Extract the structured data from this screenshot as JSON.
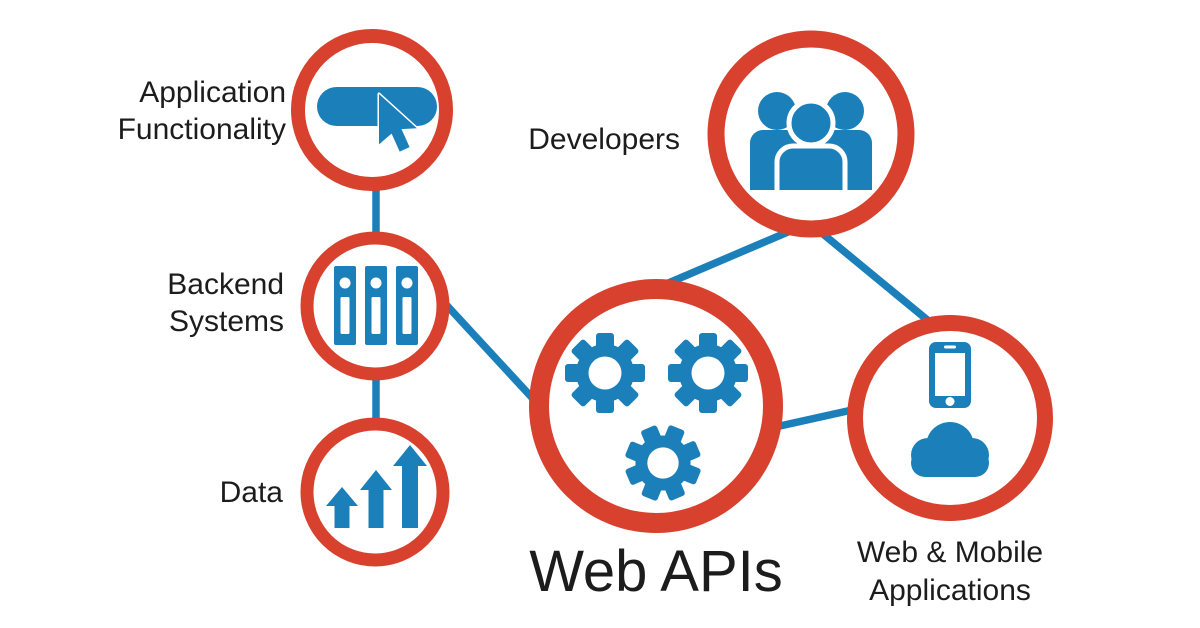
{
  "diagram_title": "Web APIs",
  "colors": {
    "ring_red": "#d7412e",
    "icon_blue": "#1b80ba",
    "connector_blue": "#1b80ba",
    "label_text": "#1c1c1c",
    "background": "#ffffff"
  },
  "nodes": {
    "application_functionality": {
      "line1": "Application",
      "line2": "Functionality",
      "icon": "pill-button-cursor-icon"
    },
    "backend_systems": {
      "line1": "Backend",
      "line2": "Systems",
      "icon": "server-stack-icon"
    },
    "data": {
      "label": "Data",
      "icon": "growth-arrows-icon"
    },
    "developers": {
      "label": "Developers",
      "icon": "people-group-icon"
    },
    "web_apis": {
      "label": "Web APIs",
      "icon": "gears-icon"
    },
    "web_mobile_applications": {
      "line1": "Web & Mobile",
      "line2": "Applications",
      "icon": "phone-cloud-icon"
    }
  },
  "edges": [
    {
      "from": "application_functionality",
      "to": "backend_systems"
    },
    {
      "from": "backend_systems",
      "to": "data"
    },
    {
      "from": "backend_systems",
      "to": "web_apis"
    },
    {
      "from": "developers",
      "to": "web_apis"
    },
    {
      "from": "developers",
      "to": "web_mobile_applications"
    },
    {
      "from": "web_apis",
      "to": "web_mobile_applications"
    }
  ]
}
